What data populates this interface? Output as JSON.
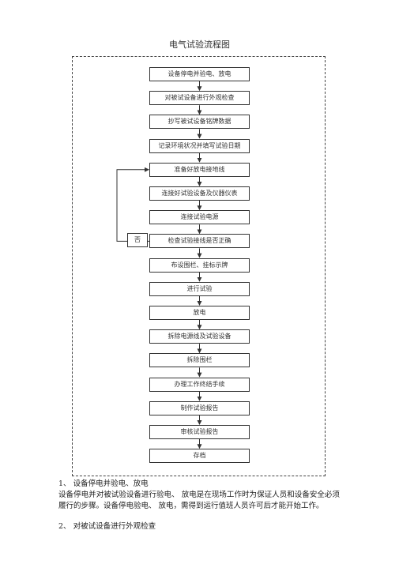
{
  "title": "电气试验流程图",
  "steps": [
    "设备停电并验电、放电",
    "对被试设备进行外观检查",
    "抄写被试设备铭牌数据",
    "记录环境状况并填写试验日期",
    "准备好放电接地线",
    "连接好试验设备及仪器仪表",
    "连接试验电源",
    "检查试验接线是否正确",
    "布设围栏、挂标示牌",
    "进行试验",
    "放电",
    "拆除电源线及试验设备",
    "拆除围栏",
    "办理工作终结手续",
    "制作试验报告",
    "审核试验报告",
    "存档"
  ],
  "loop_label": "否",
  "text": {
    "heading1": "1、 设备停电并验电、放电",
    "paragraph1": "设备停电并对被试验设备进行验电、 放电是在现场工作时为保证人员和设备安全必须履行的步骤。设备停电验电、 放电，需得到运行值班人员许可后才能开始工作。",
    "heading2": "2、 对被试设备进行外观检查"
  }
}
